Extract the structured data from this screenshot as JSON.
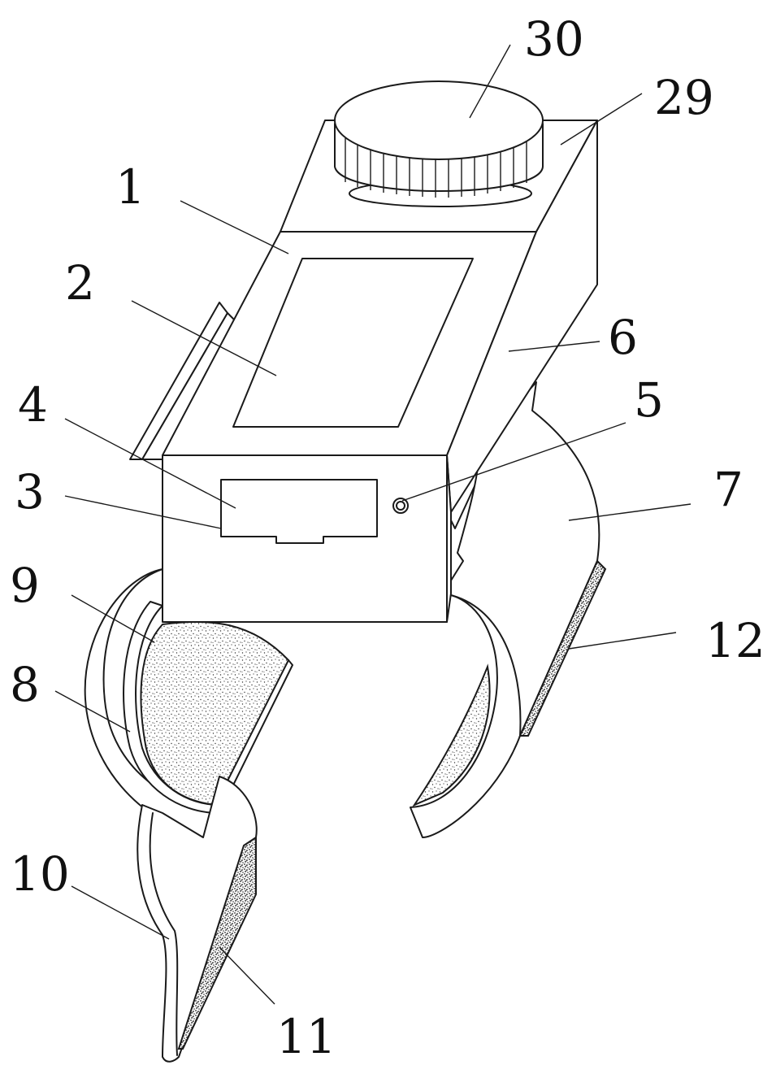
{
  "figure": {
    "reference_numerals": {
      "n30": "30",
      "n29": "29",
      "n1": "1",
      "n2": "2",
      "n6": "6",
      "n4": "4",
      "n5": "5",
      "n3": "3",
      "n7": "7",
      "n9": "9",
      "n12": "12",
      "n8": "8",
      "n10": "10",
      "n11": "11"
    },
    "colors": {
      "line": "#1a1a1a",
      "background": "#ffffff"
    }
  }
}
